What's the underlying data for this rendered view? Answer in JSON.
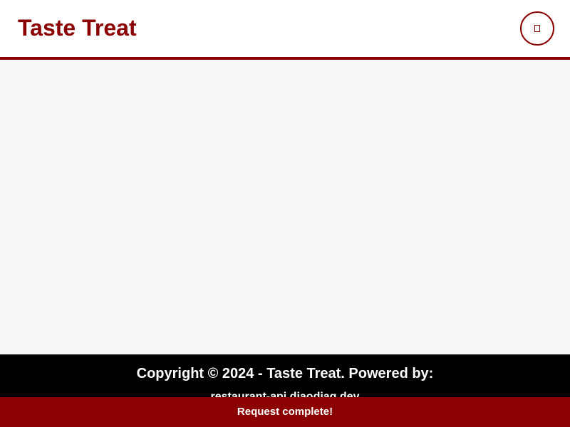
{
  "header": {
    "title": "Taste Treat",
    "menu_icon": "menu-icon"
  },
  "footer": {
    "copyright": "Copyright © 2024 - Taste Treat. Powered by:",
    "powered_by": "restaurant-api.diaodiag.dev"
  },
  "status": {
    "message": "Request complete!"
  },
  "colors": {
    "brand": "#8b0000",
    "page_background": "#f7f7f7",
    "footer_background": "#000000",
    "status_background": "#8b0000"
  }
}
